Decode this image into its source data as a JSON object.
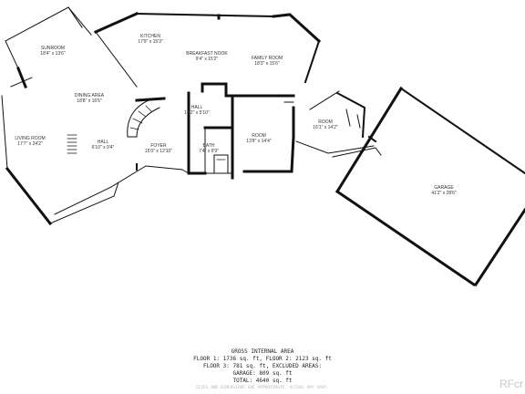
{
  "rooms": {
    "sunroom": {
      "name": "SUNROOM",
      "dim": "18'4\" x 13'6\""
    },
    "kitchen": {
      "name": "KITCHEN",
      "dim": "17'9\" x 15'3\""
    },
    "breakfast": {
      "name": "BREAKFAST NOOK",
      "dim": "9'4\" x 15'2\""
    },
    "family": {
      "name": "FAMILY ROOM",
      "dim": "18'3\" x 15'6\""
    },
    "dining": {
      "name": "DINING AREA",
      "dim": "18'8\" x 16'5\""
    },
    "living": {
      "name": "LIVING ROOM",
      "dim": "17'7\" x 24'2\""
    },
    "hall_small": {
      "name": "HALL",
      "dim": "6'10\" x 9'4\""
    },
    "hall_center": {
      "name": "HALL",
      "dim": "12'2\" x 5'10\""
    },
    "foyer": {
      "name": "FOYER",
      "dim": "15'0\" x 12'10\""
    },
    "bath": {
      "name": "BATH",
      "dim": "7'4\" x 9'9\""
    },
    "room_center": {
      "name": "ROOM",
      "dim": "13'8\" x 14'4\""
    },
    "room_right": {
      "name": "ROOM",
      "dim": "16'1\" x 14'2\""
    },
    "garage": {
      "name": "GARAGE",
      "dim": "41'2\" x 28'6\""
    }
  },
  "summary": {
    "line1": "GROSS INTERNAL AREA",
    "line2": "FLOOR 1: 1736 sq. ft, FLOOR 2: 2123 sq. ft",
    "line3": "FLOOR 3: 781 sq. ft, EXCLUDED AREAS:",
    "line4": "GARAGE: 809 sq. ft",
    "line5": "TOTAL: 4640 sq. ft",
    "disclaimer": "SIZES AND DIMENSIONS ARE APPROXIMATE, ACTUAL MAY VARY."
  },
  "watermark": "RFcr"
}
